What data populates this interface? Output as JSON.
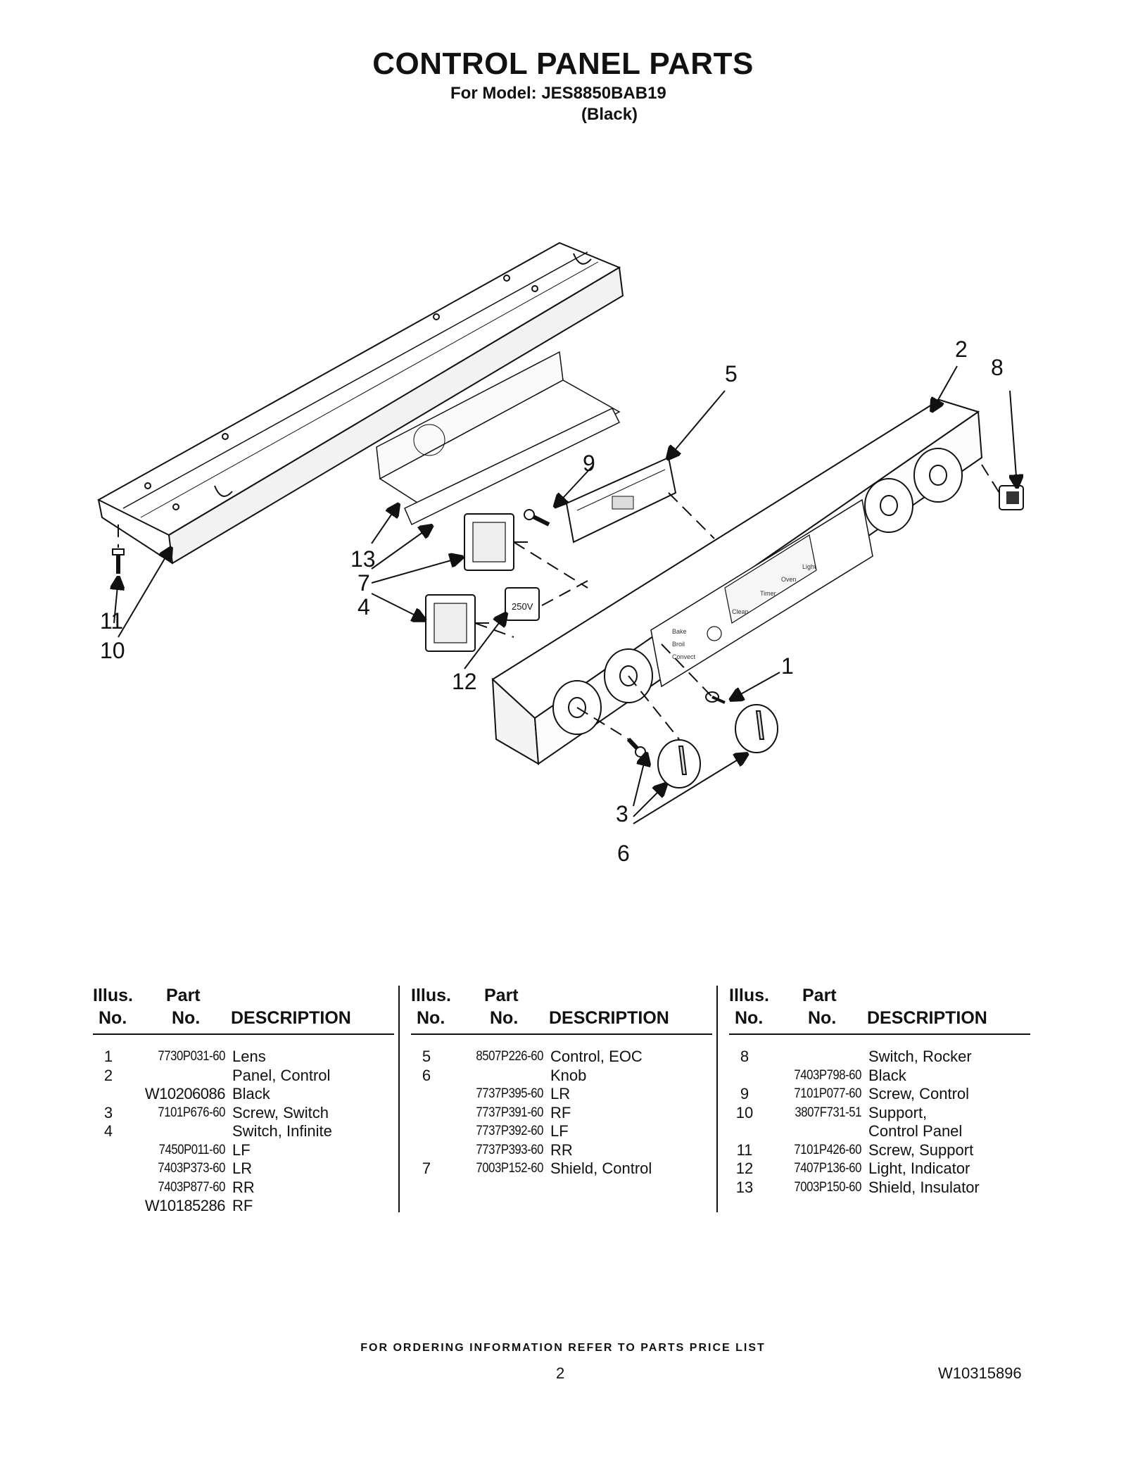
{
  "header": {
    "title": "CONTROL PANEL PARTS",
    "model_line": "For Model: JES8850BAB19",
    "color_line": "(Black)"
  },
  "diagram": {
    "callouts": [
      "1",
      "2",
      "3",
      "4",
      "5",
      "6",
      "7",
      "8",
      "9",
      "10",
      "11",
      "12",
      "13"
    ],
    "labels": {
      "switch_rating": "250V",
      "panel_buttons": [
        "Bake",
        "Broil",
        "Convect",
        "Clean",
        "Timer",
        "Oven",
        "Light"
      ]
    }
  },
  "table_headers": {
    "illus_1": "Illus.",
    "illus_2": "No.",
    "part_1": "Part",
    "part_2": "No.",
    "description": "DESCRIPTION"
  },
  "parts_columns": [
    [
      {
        "no": "1",
        "part": "7730P031-60",
        "desc": "Lens"
      },
      {
        "no": "2",
        "part": "",
        "desc": "Panel, Control"
      },
      {
        "no": "",
        "part": "W10206086",
        "desc": "Black"
      },
      {
        "no": "3",
        "part": "7101P676-60",
        "desc": "Screw, Switch"
      },
      {
        "no": "4",
        "part": "",
        "desc": "Switch, Infinite"
      },
      {
        "no": "",
        "part": "7450P011-60",
        "desc": "LF"
      },
      {
        "no": "",
        "part": "7403P373-60",
        "desc": "LR"
      },
      {
        "no": "",
        "part": "7403P877-60",
        "desc": "RR"
      },
      {
        "no": "",
        "part": "W10185286",
        "desc": "RF"
      }
    ],
    [
      {
        "no": "5",
        "part": "8507P226-60",
        "desc": "Control, EOC"
      },
      {
        "no": "6",
        "part": "",
        "desc": "Knob"
      },
      {
        "no": "",
        "part": "7737P395-60",
        "desc": "LR"
      },
      {
        "no": "",
        "part": "7737P391-60",
        "desc": "RF"
      },
      {
        "no": "",
        "part": "7737P392-60",
        "desc": "LF"
      },
      {
        "no": "",
        "part": "7737P393-60",
        "desc": "RR"
      },
      {
        "no": "7",
        "part": "7003P152-60",
        "desc": "Shield, Control"
      }
    ],
    [
      {
        "no": "8",
        "part": "",
        "desc": "Switch, Rocker"
      },
      {
        "no": "",
        "part": "7403P798-60",
        "desc": "Black"
      },
      {
        "no": "9",
        "part": "7101P077-60",
        "desc": "Screw, Control"
      },
      {
        "no": "10",
        "part": "3807F731-51",
        "desc": "Support,"
      },
      {
        "no": "",
        "part": "",
        "desc": "Control Panel"
      },
      {
        "no": "11",
        "part": "7101P426-60",
        "desc": "Screw, Support"
      },
      {
        "no": "12",
        "part": "7407P136-60",
        "desc": "Light, Indicator"
      },
      {
        "no": "13",
        "part": "7003P150-60",
        "desc": "Shield, Insulator"
      }
    ]
  ],
  "footer": {
    "ordering_note": "FOR ORDERING INFORMATION REFER TO PARTS PRICE LIST",
    "page_number": "2",
    "document_number": "W10315896"
  }
}
